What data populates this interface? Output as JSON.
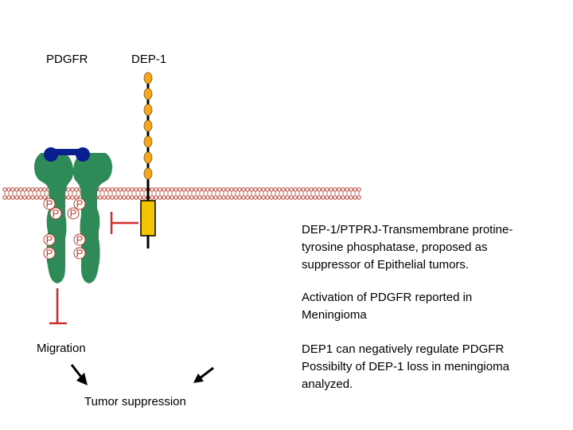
{
  "labels": {
    "pdgfr": "PDGFR",
    "dep1": "DEP-1",
    "migration": "Migration",
    "tumor_suppression": "Tumor suppression"
  },
  "phospho_label": "P",
  "paragraphs": {
    "description": [
      "DEP-1/PTPRJ-Transmembrane protine-",
      "tyrosine phosphatase, proposed as",
      "suppressor of Epithelial tumors."
    ],
    "activation": [
      "Activation of PDGFR reported in",
      "Meningioma"
    ],
    "regulation": [
      "DEP1 can negatively regulate PDGFR",
      "Possibilty of  DEP-1 loss in meningioma",
      "analyzed."
    ]
  },
  "colors": {
    "receptor_green": "#2e8b57",
    "ligand_navy": "#0a1f8f",
    "bead_orange": "#f5a623",
    "tm_yellow": "#f5c400",
    "membrane_red": "#c0392b",
    "inhibition_red": "#d62b2b"
  }
}
